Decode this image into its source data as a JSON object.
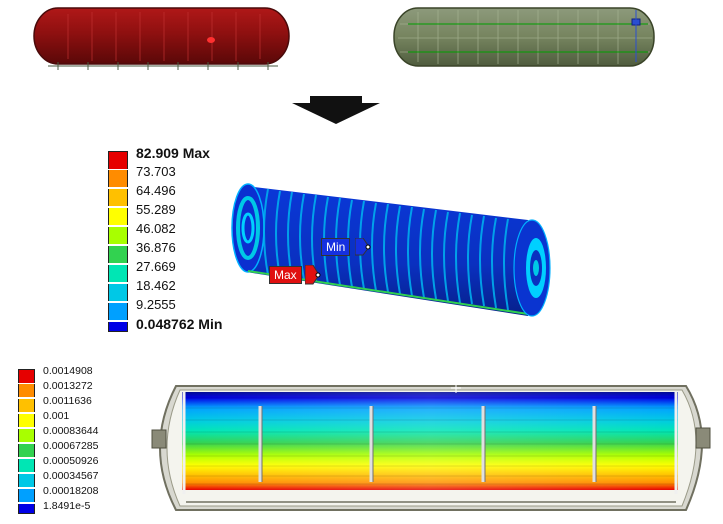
{
  "legend_top": {
    "colors": [
      "#e60000",
      "#ff8c00",
      "#ffc000",
      "#ffff00",
      "#a8ff00",
      "#32d250",
      "#00e6b4",
      "#00c8e6",
      "#00a0ff",
      "#0000e6"
    ],
    "labels": [
      {
        "text": "82.909 Max",
        "bold": true
      },
      {
        "text": "73.703",
        "bold": false
      },
      {
        "text": "64.496",
        "bold": false
      },
      {
        "text": "55.289",
        "bold": false
      },
      {
        "text": "46.082",
        "bold": false
      },
      {
        "text": "36.876",
        "bold": false
      },
      {
        "text": "27.669",
        "bold": false
      },
      {
        "text": "18.462",
        "bold": false
      },
      {
        "text": "9.2555",
        "bold": false
      },
      {
        "text": "0.048762 Min",
        "bold": true
      }
    ]
  },
  "legend_bottom": {
    "colors": [
      "#e60000",
      "#ff8c00",
      "#ffc000",
      "#ffff00",
      "#a8ff00",
      "#32d250",
      "#00e6b4",
      "#00c8e6",
      "#00a0ff",
      "#0000e6"
    ],
    "labels": [
      "0.0014908",
      "0.0013272",
      "0.0011636",
      "0.001",
      "0.00083644",
      "0.00067285",
      "0.00050926",
      "0.00034567",
      "0.00018208",
      "1.8491e-5"
    ]
  },
  "probes": {
    "min_label": "Min",
    "max_label": "Max"
  }
}
